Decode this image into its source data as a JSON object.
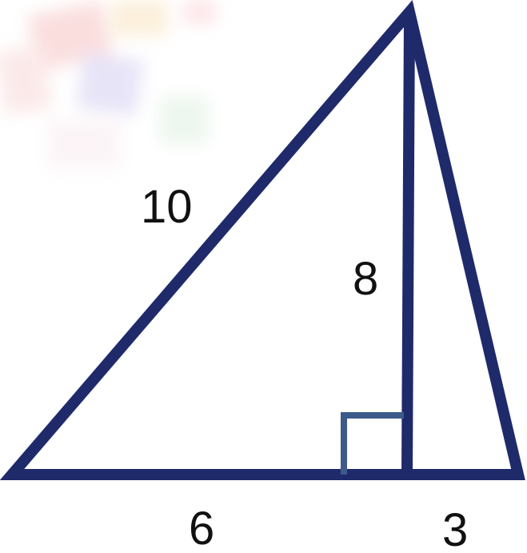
{
  "diagram": {
    "labels": {
      "hypotenuse_left": "10",
      "altitude": "8",
      "base_left": "6",
      "base_right": "3"
    },
    "colors": {
      "stroke": "#1f2a6b",
      "right_angle_marker": "#3c5a8a",
      "text": "#111111",
      "background": "#ffffff"
    },
    "right_angle_marked": true
  }
}
